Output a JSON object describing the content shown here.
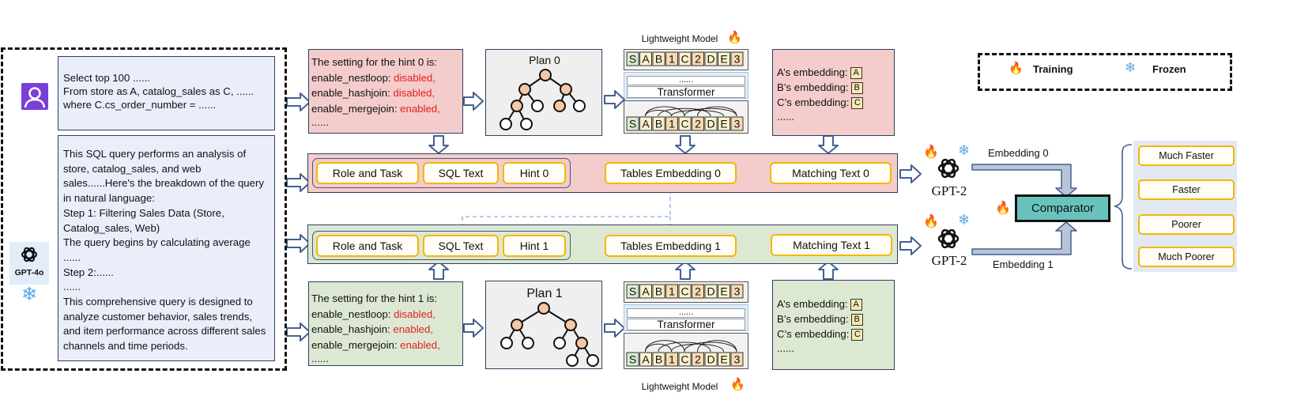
{
  "user_query": {
    "lines": "Select  top 100 ......\nFrom store as A, catalog_sales as C, ......\nwhere C.cs_order_number = ......"
  },
  "llm_explanation": {
    "text": "This SQL query performs an analysis of store, catalog_sales, and web sales......Here's the breakdown of the query in natural language:\nStep 1: Filtering Sales Data (Store, Catalog_sales, Web)\nThe query begins by calculating average ......\nStep 2:......\n......\nThis comprehensive query is designed to analyze customer behavior, sales trends, and item performance across different sales channels and time periods."
  },
  "llm_badge": {
    "label": "GPT-4o"
  },
  "hint0": {
    "title": "The setting for the hint 0 is:",
    "rows": [
      {
        "key": "enable_nestloop: ",
        "value": "disabled,"
      },
      {
        "key": "enable_hashjoin: ",
        "value": "disabled,"
      },
      {
        "key": "enable_mergejoin: ",
        "value": "enabled,"
      }
    ],
    "ellipsis": "......"
  },
  "hint1": {
    "title": "The setting for the hint 1 is:",
    "rows": [
      {
        "key": "enable_nestloop: ",
        "value": "disabled,"
      },
      {
        "key": "enable_hashjoin: ",
        "value": "enabled,"
      },
      {
        "key": "enable_mergejoin: ",
        "value": "enabled,"
      }
    ],
    "ellipsis": "......"
  },
  "plan0": {
    "title": "Plan 0"
  },
  "plan1": {
    "title": "Plan 1"
  },
  "lightweight_top": {
    "label": "Lightweight Model"
  },
  "lightweight_bottom": {
    "label": "Lightweight Model"
  },
  "tokens": [
    "S",
    "A",
    "B",
    "1",
    "C",
    "2",
    "D",
    "E",
    "3"
  ],
  "transformer": {
    "dots": "......",
    "label": "Transformer"
  },
  "embeddings0": {
    "rows": [
      {
        "text": "A’s embedding:",
        "letter": "A"
      },
      {
        "text": "B’s embedding:",
        "letter": "B"
      },
      {
        "text": "C’s embedding:",
        "letter": "C"
      }
    ],
    "ellipsis": "......"
  },
  "embeddings1": {
    "rows": [
      {
        "text": "A’s embedding:",
        "letter": "A"
      },
      {
        "text": "B’s embedding:",
        "letter": "B"
      },
      {
        "text": "C’s embedding:",
        "letter": "C"
      }
    ],
    "ellipsis": "......"
  },
  "row0": {
    "role": "Role and Task",
    "sql": "SQL Text",
    "hint": "Hint 0",
    "tables": "Tables Embedding 0",
    "matching": "Matching Text 0"
  },
  "row1": {
    "role": "Role and Task",
    "sql": "SQL Text",
    "hint": "Hint 1",
    "tables": "Tables Embedding 1",
    "matching": "Matching Text 1"
  },
  "gpt2_top": {
    "label": "GPT-2"
  },
  "gpt2_bottom": {
    "label": "GPT-2"
  },
  "embedding_out0": "Embedding 0",
  "embedding_out1": "Embedding 1",
  "comparator": "Comparator",
  "outputs": [
    "Much Faster",
    "Faster",
    "Poorer",
    "Much Poorer"
  ],
  "legend": {
    "training": "Training",
    "frozen": "Frozen"
  },
  "colors": {
    "blue_box": "#e9eefa",
    "pink_box": "#f4cccc",
    "green_box": "#dde8d3",
    "pill_border": "#f2b800",
    "comparator": "#68c3bd",
    "arrow_fill": "#ffffff",
    "arrow_stroke": "#44608f",
    "red_text": "#e52020",
    "tree_node": "#f4c7a6"
  },
  "icons": [
    "user-icon",
    "openai-icon",
    "snowflake-icon",
    "flame-icon"
  ]
}
